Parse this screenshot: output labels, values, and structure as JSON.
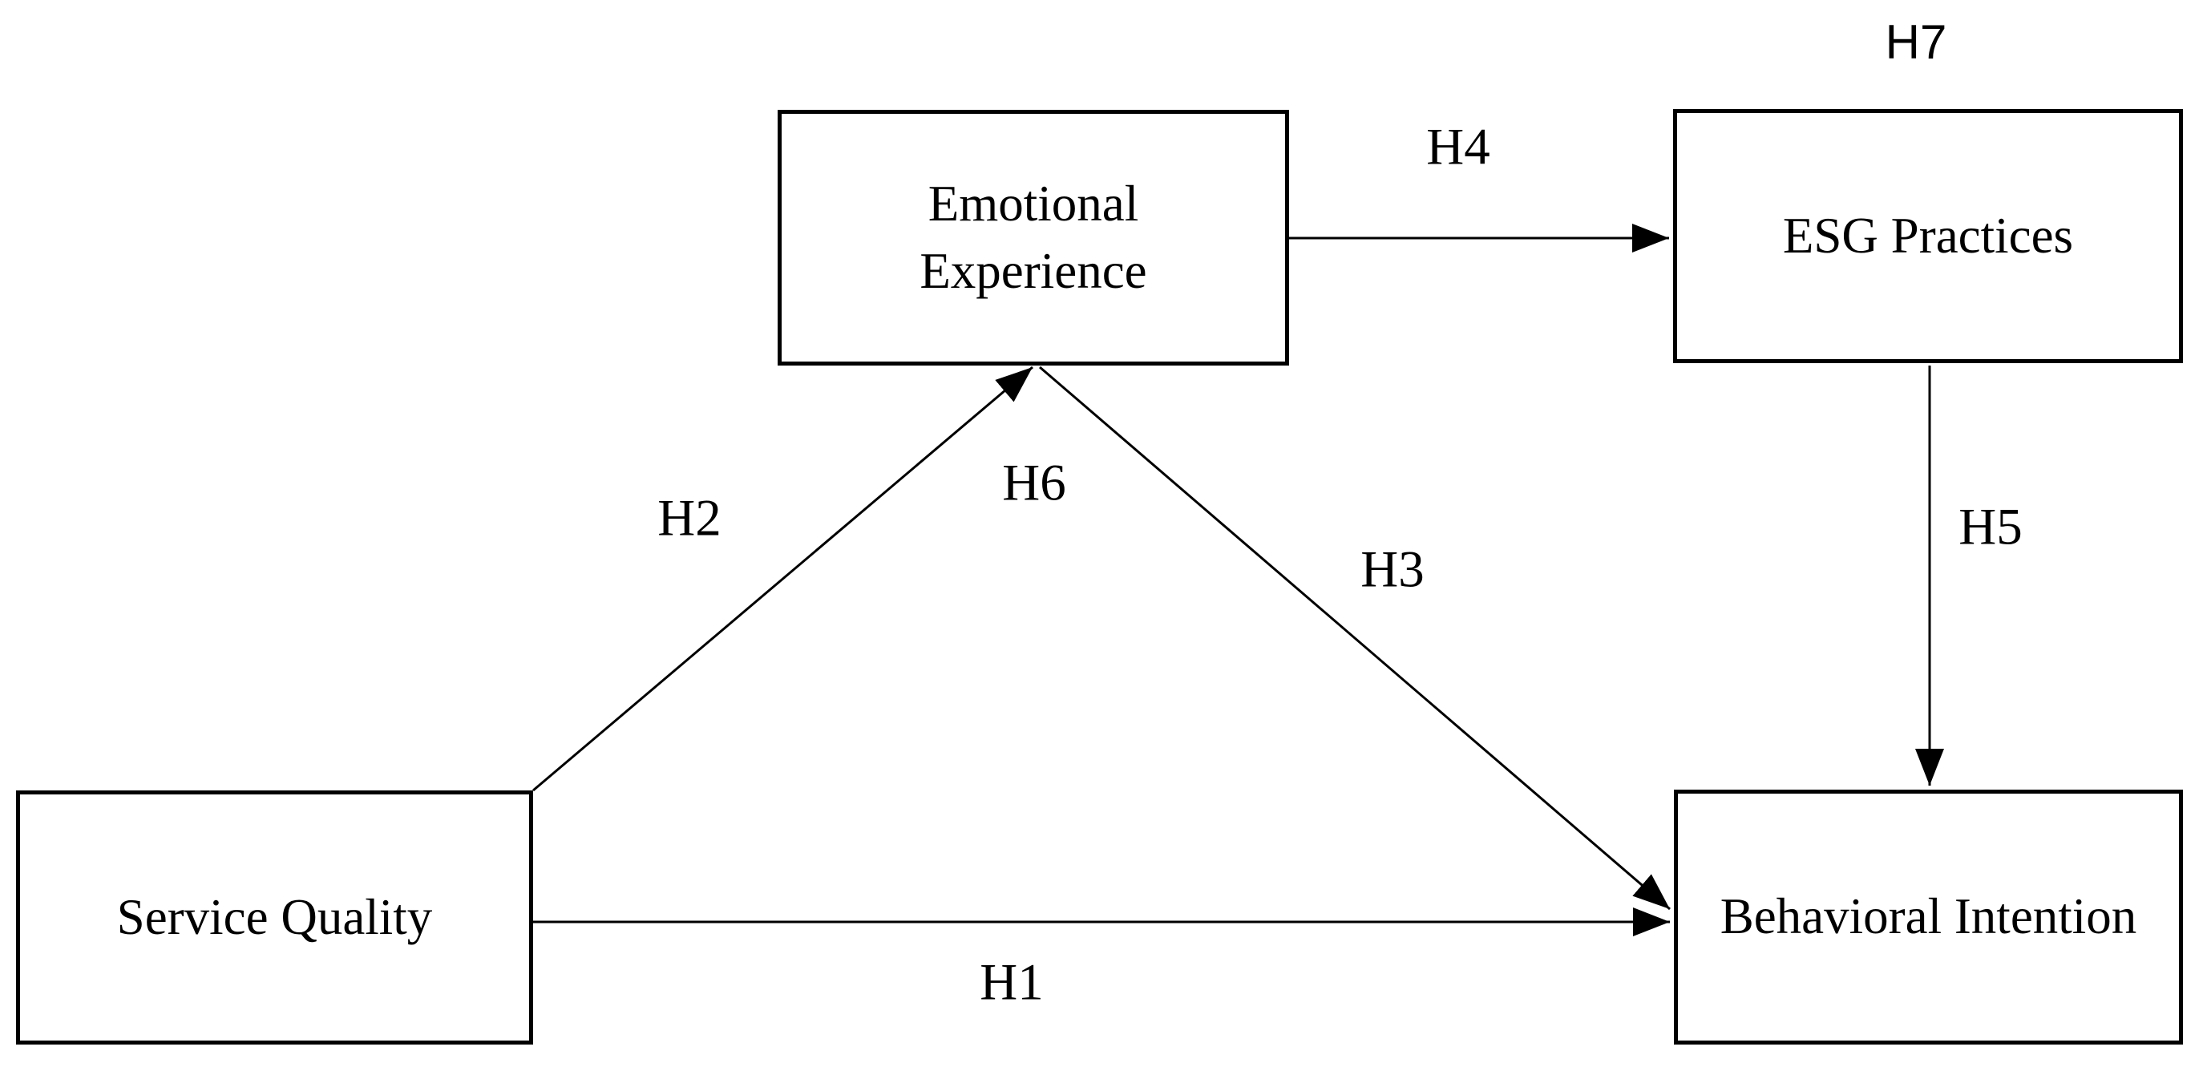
{
  "diagram": {
    "nodes": {
      "emotional_experience": {
        "lines": [
          "Emotional",
          "Experience"
        ]
      },
      "esg_practices": {
        "label": "ESG Practices"
      },
      "service_quality": {
        "label": "Service Quality"
      },
      "behavioral_intention": {
        "label": "Behavioral Intention"
      }
    },
    "hypotheses": {
      "h1": "H1",
      "h2": "H2",
      "h3": "H3",
      "h4": "H4",
      "h5": "H5",
      "h6": "H6",
      "h7": "H7"
    },
    "edges": [
      {
        "id": "H1",
        "from": "Service Quality",
        "to": "Behavioral Intention",
        "style": "arrow"
      },
      {
        "id": "H2",
        "from": "Service Quality",
        "to": "Emotional Experience",
        "style": "arrow"
      },
      {
        "id": "H3",
        "from": "Emotional Experience",
        "to": "Behavioral Intention",
        "style": "arrow"
      },
      {
        "id": "H4",
        "from": "Emotional Experience",
        "to": "ESG Practices",
        "style": "arrow"
      },
      {
        "id": "H5",
        "from": "ESG Practices",
        "to": "Behavioral Intention",
        "style": "arrow"
      },
      {
        "id": "H6",
        "placement": "label beside arrowhead entering Emotional Experience"
      },
      {
        "id": "H7",
        "placement": "label above ESG Practices box"
      }
    ],
    "colors": {
      "background": "#ffffff",
      "line": "#000000",
      "text": "#000000"
    }
  }
}
